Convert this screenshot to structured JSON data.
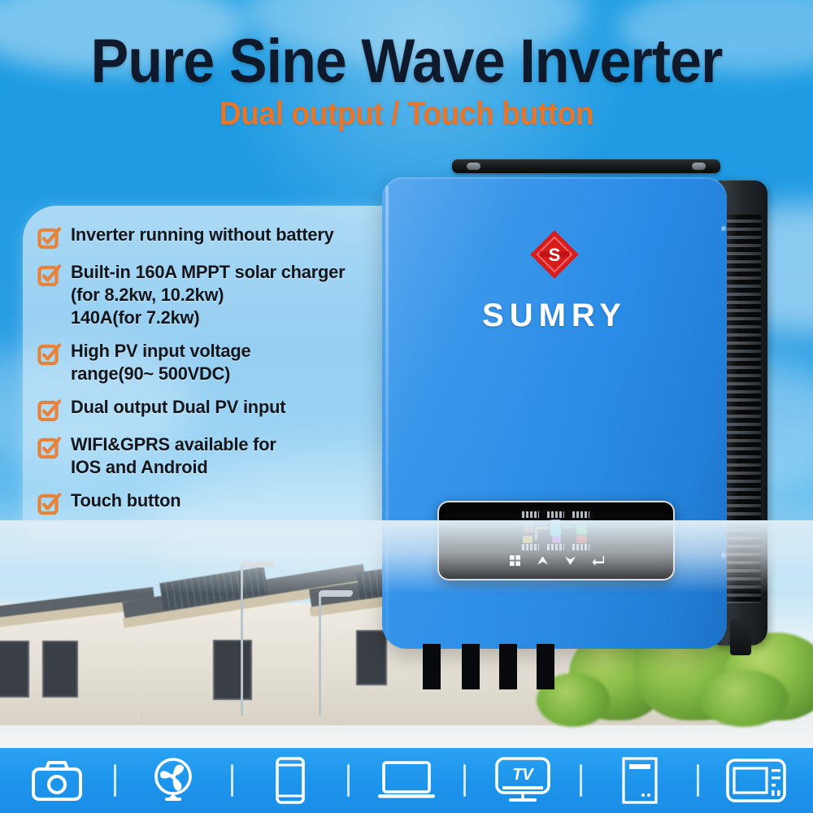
{
  "header": {
    "title": "Pure Sine Wave Inverter",
    "subtitle": "Dual output / Touch button",
    "title_color": "#0e1a2b",
    "subtitle_color": "#e8762a"
  },
  "features": {
    "checkbox_color": "#e8813a",
    "items": [
      {
        "text": "Inverter running without battery"
      },
      {
        "text": "Built-in 160A MPPT solar charger"
      },
      {
        "text": "(for 8.2kw, 10.2kw)"
      },
      {
        "text": "140A(for 7.2kw)"
      },
      {
        "text": "High PV input voltage"
      },
      {
        "text": "range(90~ 500VDC)"
      },
      {
        "text": "Dual output Dual PV input"
      },
      {
        "text": "WIFI&GPRS available for"
      },
      {
        "text": "IOS and Android"
      },
      {
        "text": "Touch button"
      }
    ]
  },
  "product": {
    "brand": "SUMRY",
    "body_color": "#2a8ce6",
    "logo_color": "#e01b1b",
    "logo_letter": "S",
    "display": {
      "readouts_top": [
        "888",
        "888",
        "888"
      ],
      "readouts_bottom": [
        "888",
        "888",
        "888"
      ]
    },
    "buttons": [
      {
        "name": "menu-button",
        "glyph": "grid"
      },
      {
        "name": "up-button",
        "glyph": "up"
      },
      {
        "name": "down-button",
        "glyph": "down"
      },
      {
        "name": "enter-button",
        "glyph": "enter"
      }
    ]
  },
  "appliance_bar": {
    "background": "#1d95ec",
    "icons": [
      {
        "name": "camera-icon",
        "label": "Camera"
      },
      {
        "name": "fan-icon",
        "label": "Fan"
      },
      {
        "name": "smartphone-icon",
        "label": "Smartphone"
      },
      {
        "name": "laptop-icon",
        "label": "Laptop"
      },
      {
        "name": "tv-icon",
        "label": "TV"
      },
      {
        "name": "desktop-tower-icon",
        "label": "PC Tower"
      },
      {
        "name": "microwave-icon",
        "label": "Microwave"
      }
    ],
    "tv_label": "TV"
  }
}
